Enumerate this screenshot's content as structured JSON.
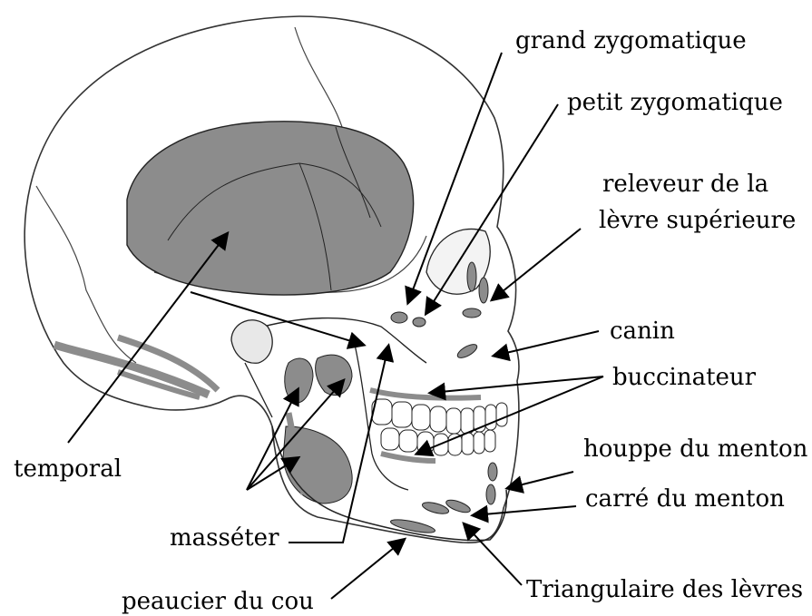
{
  "labels": {
    "grand_zygomatique": "grand zygomatique",
    "petit_zygomatique": "petit zygomatique",
    "releveur_line1": "releveur de la",
    "releveur_line2": "lèvre supérieure",
    "canin": "canin",
    "buccinateur": "buccinateur",
    "houppe": "houppe du menton",
    "carre": "carré du menton",
    "temporal": "temporal",
    "masseter": "masséter",
    "peaucier": "peaucier du cou",
    "triangulaire": "Triangulaire des lèvres"
  },
  "colors": {
    "muscle": "#8c8c8c",
    "bone_line": "#333333",
    "arrow": "#000000",
    "background": "#ffffff"
  }
}
